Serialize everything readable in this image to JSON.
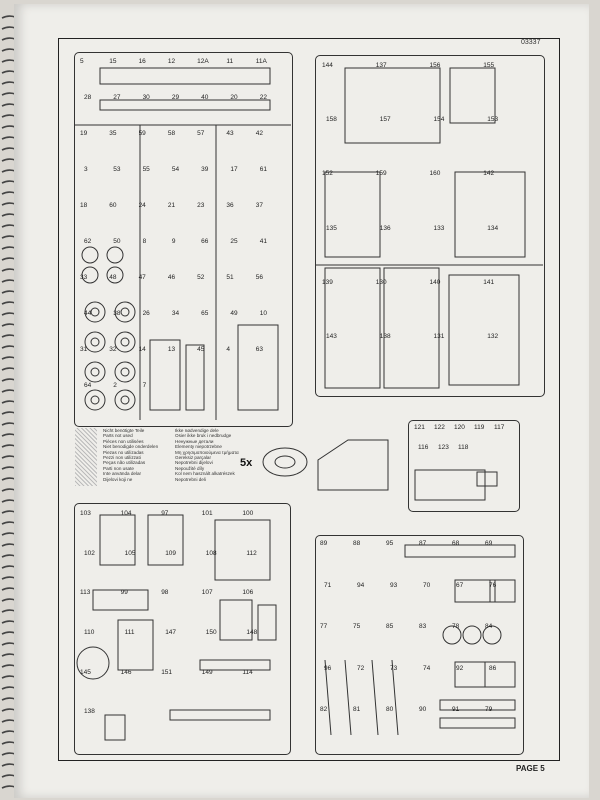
{
  "document": {
    "doc_number": "03337",
    "page_label": "PAGE 5"
  },
  "legend": {
    "col1": [
      "Nicht benötigte Teile",
      "Parts not used",
      "Pièces non utilisées",
      "Niet benodigde onderdelen",
      "Piezas no utilizadas",
      "Pezzi non utilizzati",
      "Peças não utilizadas",
      "Parti non usate",
      "Inte använda delar",
      "Dijelovi koji ne"
    ],
    "col2": [
      "Ikke nødvendige dele",
      "Osier ikke bruk i nedbrudge",
      "Ненужные детали",
      "Elementy niepotrzebne",
      "Μη χρησιμοποιούμενα τμήματα",
      "Gereksiz parçalar",
      "Nepotrebni dijelovi",
      "Nepoužité díly",
      "Kol nem használt alkatrészek",
      "Nepotrebni deli"
    ],
    "tyre_count": "5x"
  },
  "labels": {
    "tl": [
      "5",
      "15",
      "16",
      "12",
      "12A",
      "11",
      "11A",
      "28",
      "27",
      "30",
      "29",
      "40",
      "20",
      "22",
      "19",
      "35",
      "59",
      "58",
      "57",
      "43",
      "42",
      "3",
      "53",
      "55",
      "54",
      "39",
      "17",
      "61",
      "18",
      "60",
      "24",
      "21",
      "23",
      "36",
      "37",
      "62",
      "50",
      "8",
      "9",
      "66",
      "25",
      "41",
      "33",
      "48",
      "47",
      "46",
      "52",
      "51",
      "56",
      "44",
      "38",
      "26",
      "34",
      "65",
      "49",
      "10",
      "31",
      "32",
      "14",
      "13",
      "45",
      "4",
      "63",
      "64",
      "2",
      "7"
    ],
    "tr": [
      "144",
      "137",
      "156",
      "155",
      "158",
      "157",
      "154",
      "153",
      "152",
      "159",
      "160",
      "142",
      "135",
      "136",
      "133",
      "134",
      "139",
      "130",
      "140",
      "141",
      "143",
      "138",
      "131",
      "132"
    ],
    "mr": [
      "121",
      "122",
      "120",
      "119",
      "117",
      "116",
      "123",
      "118"
    ],
    "bl": [
      "103",
      "104",
      "97",
      "101",
      "100",
      "102",
      "105",
      "109",
      "108",
      "112",
      "113",
      "99",
      "98",
      "107",
      "106",
      "110",
      "111",
      "147",
      "150",
      "148",
      "145",
      "146",
      "151",
      "149",
      "114",
      "138"
    ],
    "br": [
      "89",
      "88",
      "95",
      "87",
      "68",
      "69",
      "71",
      "94",
      "93",
      "70",
      "67",
      "76",
      "77",
      "75",
      "85",
      "83",
      "78",
      "84",
      "96",
      "72",
      "73",
      "74",
      "92",
      "86",
      "82",
      "81",
      "80",
      "90",
      "91",
      "79"
    ]
  }
}
